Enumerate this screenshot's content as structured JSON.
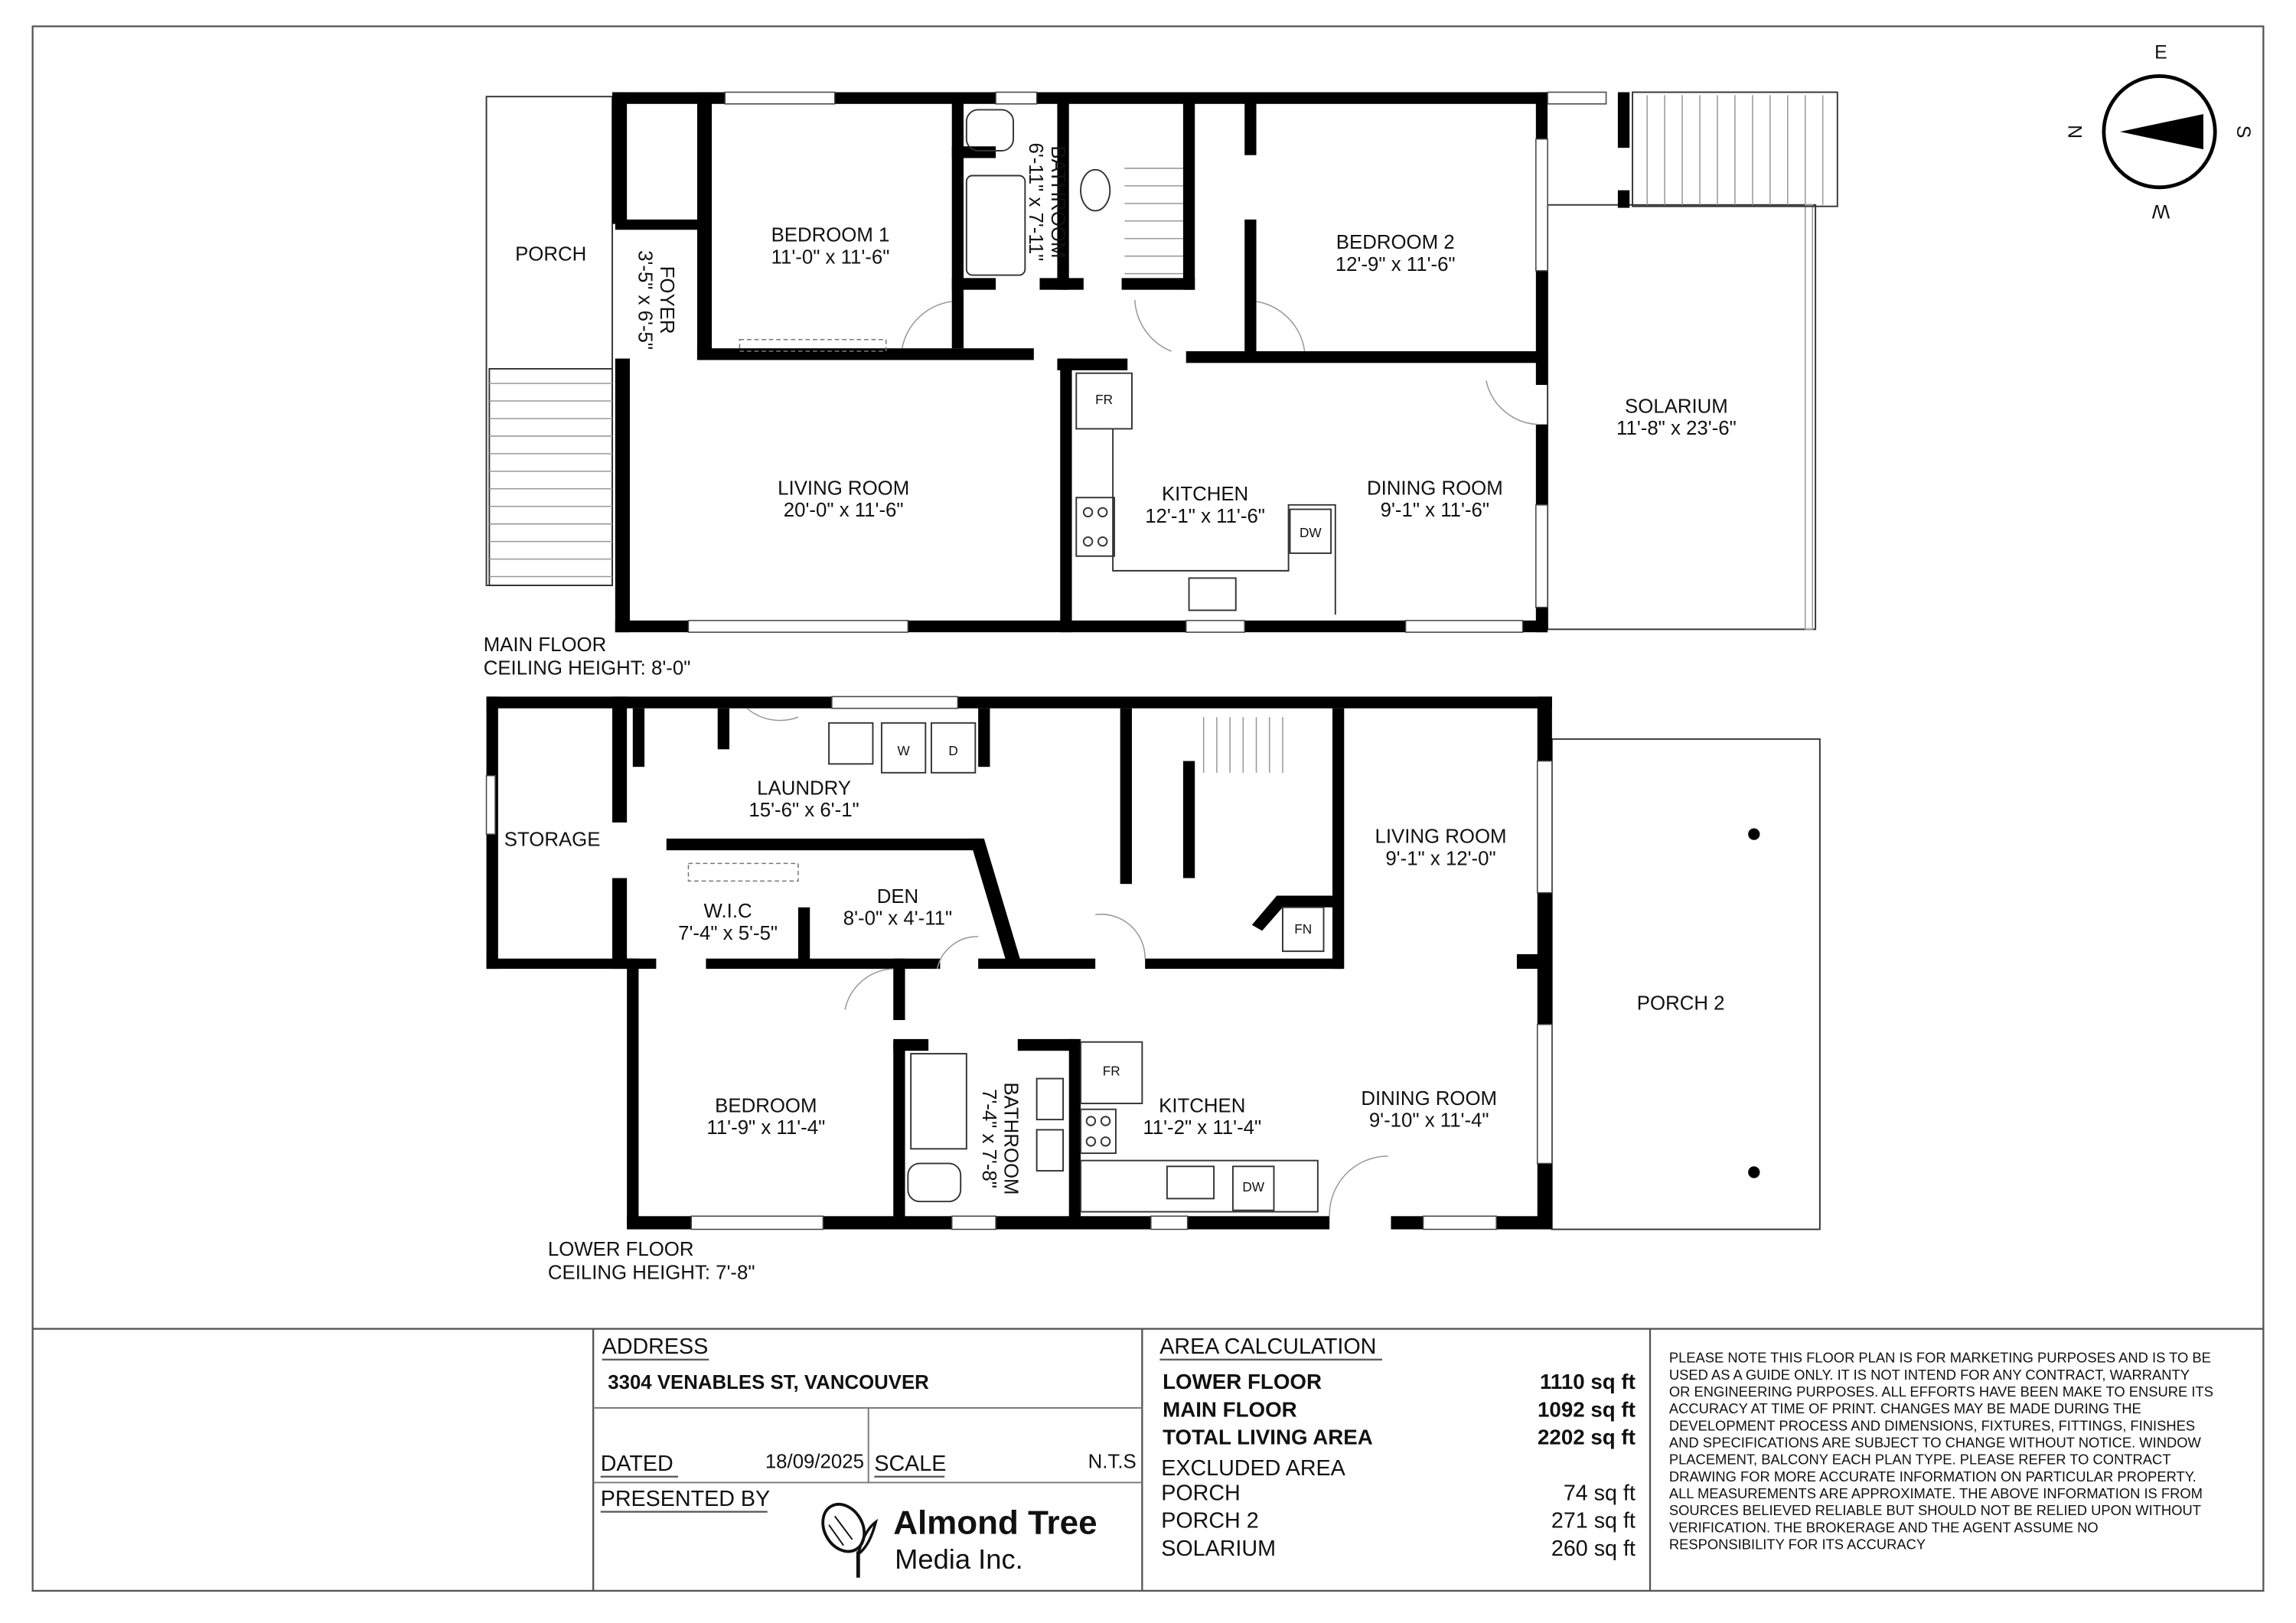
{
  "main_floor": {
    "label": "MAIN FLOOR",
    "ceiling": "CEILING HEIGHT: 8'-0\"",
    "rooms": {
      "porch": {
        "name": "PORCH"
      },
      "foyer": {
        "name": "FOYER",
        "dim": "3'-5\" x 6'-5\""
      },
      "bedroom1": {
        "name": "BEDROOM 1",
        "dim": "11'-0\" x 11'-6\""
      },
      "bathroom": {
        "name": "BATHROOM",
        "dim": "6'-11\" x 7'-11\""
      },
      "bedroom2": {
        "name": "BEDROOM 2",
        "dim": "12'-9\" x 11'-6\""
      },
      "solarium": {
        "name": "SOLARIUM",
        "dim": "11'-8\" x 23'-6\""
      },
      "living": {
        "name": "LIVING ROOM",
        "dim": "20'-0\" x 11'-6\""
      },
      "kitchen": {
        "name": "KITCHEN",
        "dim": "12'-1\" x 11'-6\""
      },
      "dining": {
        "name": "DINING ROOM",
        "dim": "9'-1\" x 11'-6\""
      }
    },
    "fixtures": {
      "fr": "FR",
      "dw": "DW"
    }
  },
  "lower_floor": {
    "label": "LOWER FLOOR",
    "ceiling": "CEILING HEIGHT: 7'-8\"",
    "rooms": {
      "storage": {
        "name": "STORAGE"
      },
      "laundry": {
        "name": "LAUNDRY",
        "dim": "15'-6\" x 6'-1\""
      },
      "wic": {
        "name": "W.I.C",
        "dim": "7'-4\" x 5'-5\""
      },
      "den": {
        "name": "DEN",
        "dim": "8'-0\" x 4'-11\""
      },
      "living": {
        "name": "LIVING ROOM",
        "dim": "9'-1\" x 12'-0\""
      },
      "porch2": {
        "name": "PORCH 2"
      },
      "bedroom": {
        "name": "BEDROOM",
        "dim": "11'-9\" x 11'-4\""
      },
      "bathroom": {
        "name": "BATHROOM",
        "dim": "7'-4\" x 7'-8\""
      },
      "kitchen": {
        "name": "KITCHEN",
        "dim": "11'-2\" x 11'-4\""
      },
      "dining": {
        "name": "DINING ROOM",
        "dim": "9'-10\" x 11'-4\""
      }
    },
    "fixtures": {
      "w": "W",
      "d": "D",
      "fn": "FN",
      "fr": "FR",
      "dw": "DW"
    }
  },
  "compass": {
    "e": "E",
    "s": "S",
    "w": "W",
    "n": "N",
    "icon": "compass-arrow-icon"
  },
  "title_block": {
    "address_label": "ADDRESS",
    "address": "3304 VENABLES ST, VANCOUVER",
    "dated_label": "DATED",
    "dated": "18/09/2025",
    "scale_label": "SCALE",
    "scale": "N.T.S",
    "presented_label": "PRESENTED BY",
    "logo": {
      "line1": "Almond Tree",
      "line2": "Media Inc.",
      "icon": "almond-leaf-icon"
    },
    "area_label": "AREA CALCULATION",
    "areas": [
      {
        "name": "LOWER FLOOR",
        "value": "1110 sq ft"
      },
      {
        "name": "MAIN FLOOR",
        "value": "1092 sq ft"
      },
      {
        "name": "TOTAL LIVING AREA",
        "value": "2202 sq ft"
      }
    ],
    "excluded_label": "EXCLUDED AREA",
    "excluded": [
      {
        "name": "PORCH",
        "value": "74 sq ft"
      },
      {
        "name": "PORCH 2",
        "value": "271 sq ft"
      },
      {
        "name": "SOLARIUM",
        "value": "260 sq ft"
      }
    ],
    "disclaimer": [
      "PLEASE NOTE THIS FLOOR PLAN IS FOR MARKETING PURPOSES AND IS TO BE",
      "USED AS A GUIDE ONLY. IT IS NOT INTEND FOR ANY CONTRACT, WARRANTY",
      "OR ENGINEERING PURPOSES. ALL EFFORTS HAVE BEEN MAKE TO ENSURE ITS",
      "ACCURACY AT TIME OF PRINT. CHANGES MAY BE MADE DURING THE",
      "DEVELOPMENT PROCESS AND DIMENSIONS, FIXTURES, FITTINGS, FINISHES",
      "AND SPECIFICATIONS ARE SUBJECT TO CHANGE WITHOUT NOTICE. WINDOW",
      "PLACEMENT, BALCONY EACH PLAN TYPE. PLEASE REFER TO CONTRACT",
      "DRAWING FOR MORE ACCURATE INFORMATION ON PARTICULAR PROPERTY.",
      "ALL MEASUREMENTS ARE APPROXIMATE. THE ABOVE INFORMATION IS FROM",
      "SOURCES BELIEVED RELIABLE BUT SHOULD NOT BE RELIED UPON WITHOUT",
      "VERIFICATION. THE BROKERAGE AND THE AGENT ASSUME NO",
      "RESPONSIBILITY FOR ITS ACCURACY"
    ]
  }
}
